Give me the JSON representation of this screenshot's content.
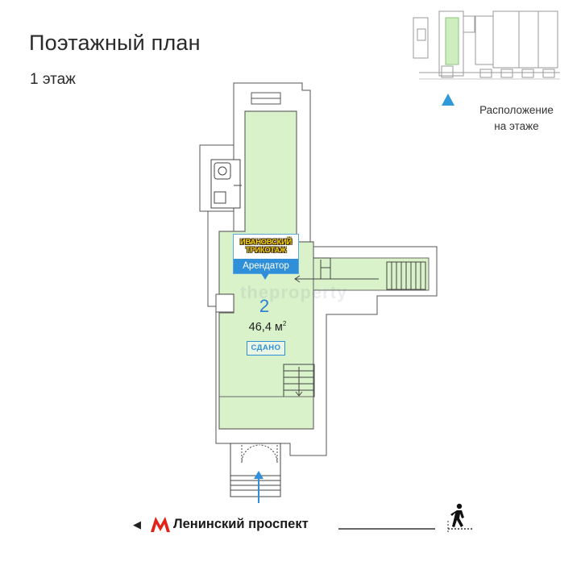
{
  "header": {
    "title": "Поэтажный план",
    "floor_label": "1 этаж"
  },
  "locator": {
    "label_line1": "Расположение",
    "label_line2": "на этаже",
    "marker_color": "#2f9ad8"
  },
  "unit": {
    "number": "2",
    "area": "46,4 м",
    "area_sup": "2",
    "status": "СДАНО",
    "fill_color": "#d9f2c9"
  },
  "tenant": {
    "logo_line1": "ИВАНОВСКИЙ",
    "logo_line2": "ТРИКОТАЖ",
    "tag": "Арендатор",
    "tag_color": "#2f8fd8"
  },
  "watermark": "theproperty",
  "street": {
    "metro_icon": "metro-m-icon",
    "name": "Ленинский проспект",
    "pedestrian_icon": "pedestrian-icon"
  }
}
